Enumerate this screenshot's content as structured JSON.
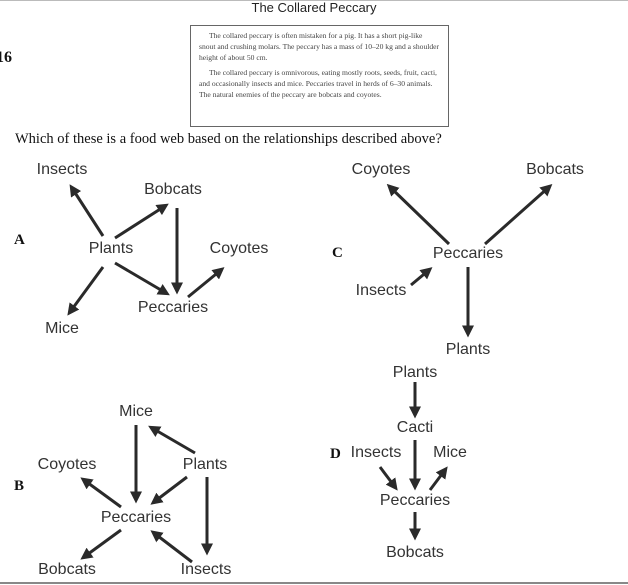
{
  "header": {
    "title": "The Collared Peccary",
    "question_number": "16"
  },
  "passage": {
    "paragraphs": [
      "The collared peccary is often mistaken for a pig. It has a short pig-like snout and crushing molars. The peccary has a mass of 10–20 kg and a shoulder height of about 50 cm.",
      "The collared peccary is omnivorous, eating mostly roots, seeds, fruit, cacti, and occasionally insects and mice. Peccaries travel in herds of 6–30 animals. The natural enemies of the peccary are bobcats and coyotes."
    ]
  },
  "question": "Which of these is a food web based on the relationships described above?",
  "options": {
    "A": {
      "letter": "A",
      "nodes": {
        "insects": "Insects",
        "bobcats": "Bobcats",
        "plants": "Plants",
        "coyotes": "Coyotes",
        "peccaries": "Peccaries",
        "mice": "Mice"
      }
    },
    "B": {
      "letter": "B",
      "nodes": {
        "mice": "Mice",
        "coyotes": "Coyotes",
        "plants": "Plants",
        "peccaries": "Peccaries",
        "bobcats": "Bobcats",
        "insects": "Insects"
      }
    },
    "C": {
      "letter": "C",
      "nodes": {
        "coyotes": "Coyotes",
        "bobcats": "Bobcats",
        "peccaries": "Peccaries",
        "insects": "Insects",
        "plants": "Plants"
      }
    },
    "D": {
      "letter": "D",
      "nodes": {
        "plants": "Plants",
        "cacti": "Cacti",
        "insects": "Insects",
        "mice": "Mice",
        "peccaries": "Peccaries",
        "bobcats": "Bobcats"
      }
    }
  }
}
